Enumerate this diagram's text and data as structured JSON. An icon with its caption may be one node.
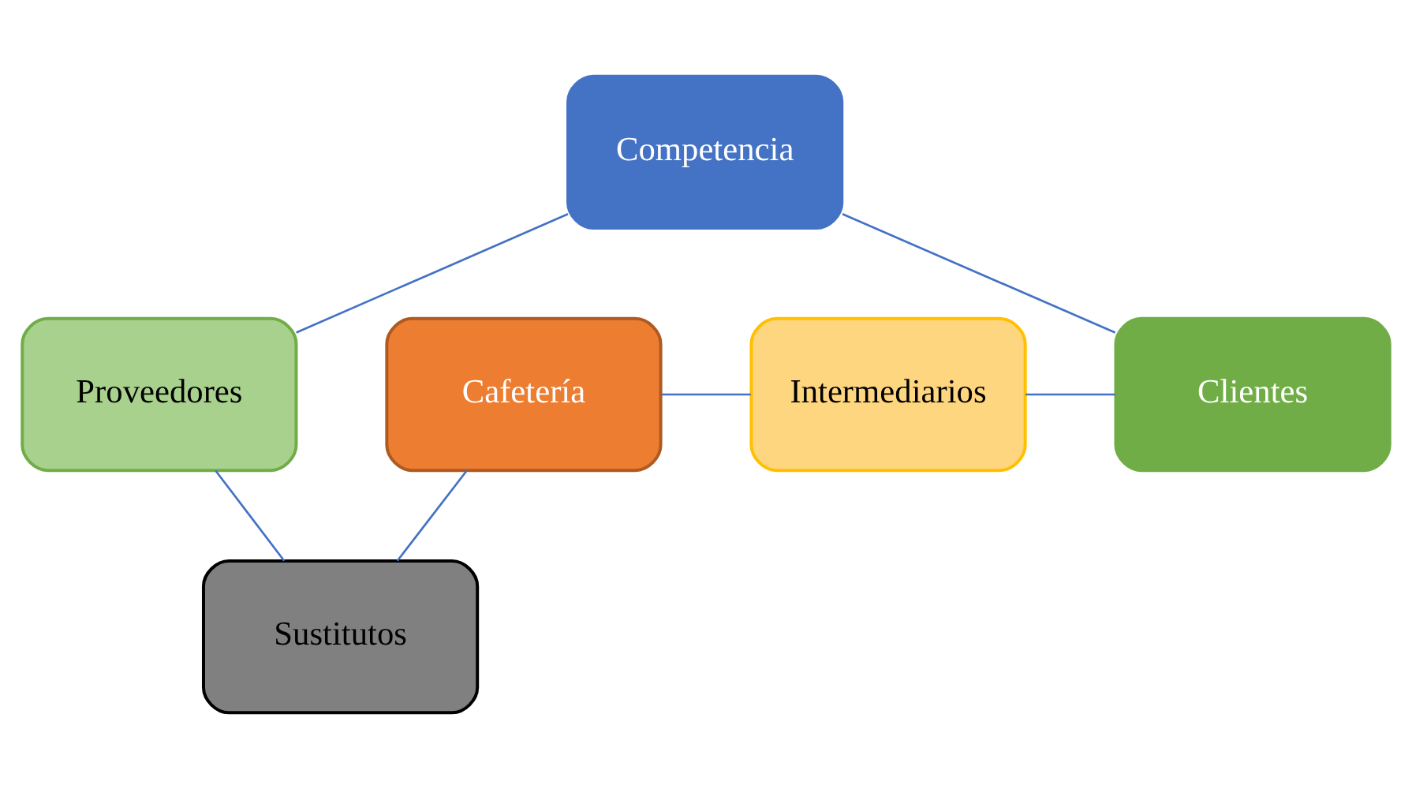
{
  "diagram": {
    "nodes": [
      {
        "text": [
          "Competencia"
        ]
      },
      {
        "text": [
          "Proveedores"
        ]
      },
      {
        "text": [
          "Cafetería"
        ]
      },
      {
        "text": [
          "Intermediarios"
        ]
      },
      {
        "text": [
          "Clientes"
        ]
      },
      {
        "text": [
          "Sustitutos"
        ]
      }
    ],
    "edges": [
      {
        "from": 0,
        "to": 1,
        "arrow": "none"
      },
      {
        "from": 0,
        "to": 4,
        "arrow": "none"
      },
      {
        "from": 1,
        "to": 5,
        "arrow": "none"
      },
      {
        "from": 2,
        "to": 5,
        "arrow": "none"
      },
      {
        "from": 2,
        "to": 3,
        "arrow": "none"
      },
      {
        "from": 3,
        "to": 4,
        "arrow": "none"
      }
    ]
  }
}
